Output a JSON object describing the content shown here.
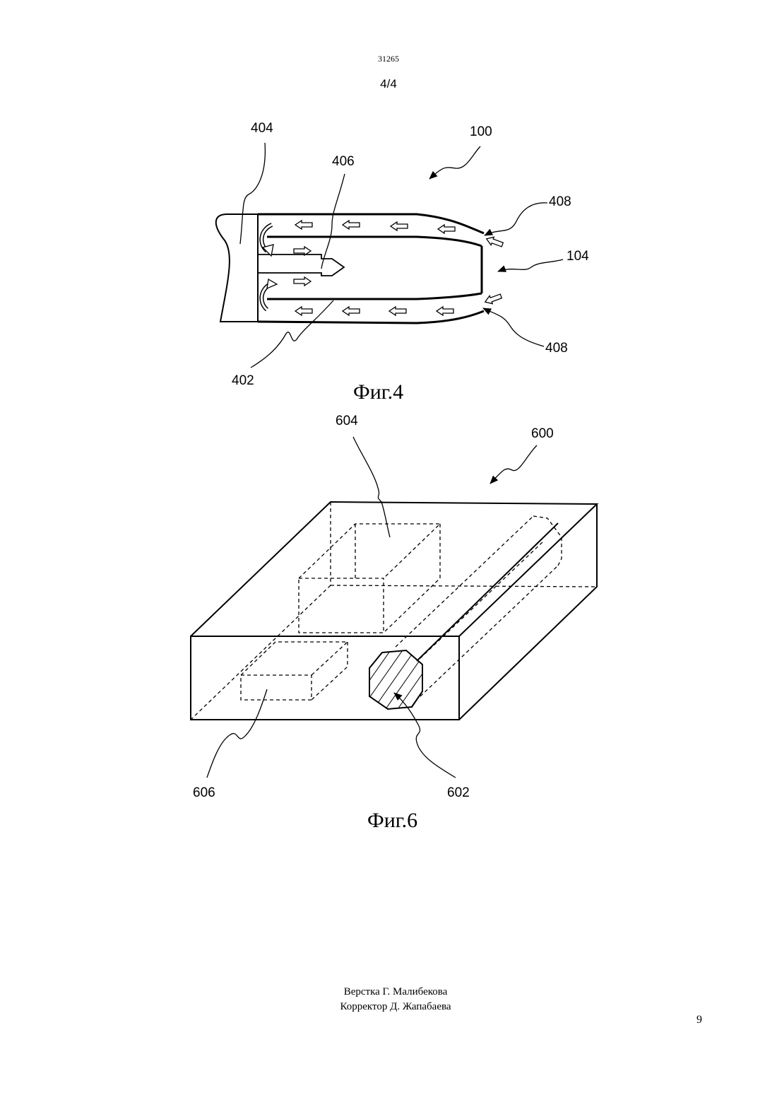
{
  "header": {
    "doc_number": "31265",
    "sheet": "4/4"
  },
  "figure4": {
    "caption": "Фиг.4",
    "refs": {
      "r404": "404",
      "r100": "100",
      "r406": "406",
      "r408_top": "408",
      "r104": "104",
      "r408_bottom": "408",
      "r402": "402"
    }
  },
  "figure6": {
    "caption": "Фиг.6",
    "refs": {
      "r604": "604",
      "r600": "600",
      "r606": "606",
      "r602": "602"
    }
  },
  "footer": {
    "layout_credit": "Верстка Г. Малибекова",
    "proof_credit": "Корректор Д. Жапабаева",
    "page_number": "9"
  }
}
